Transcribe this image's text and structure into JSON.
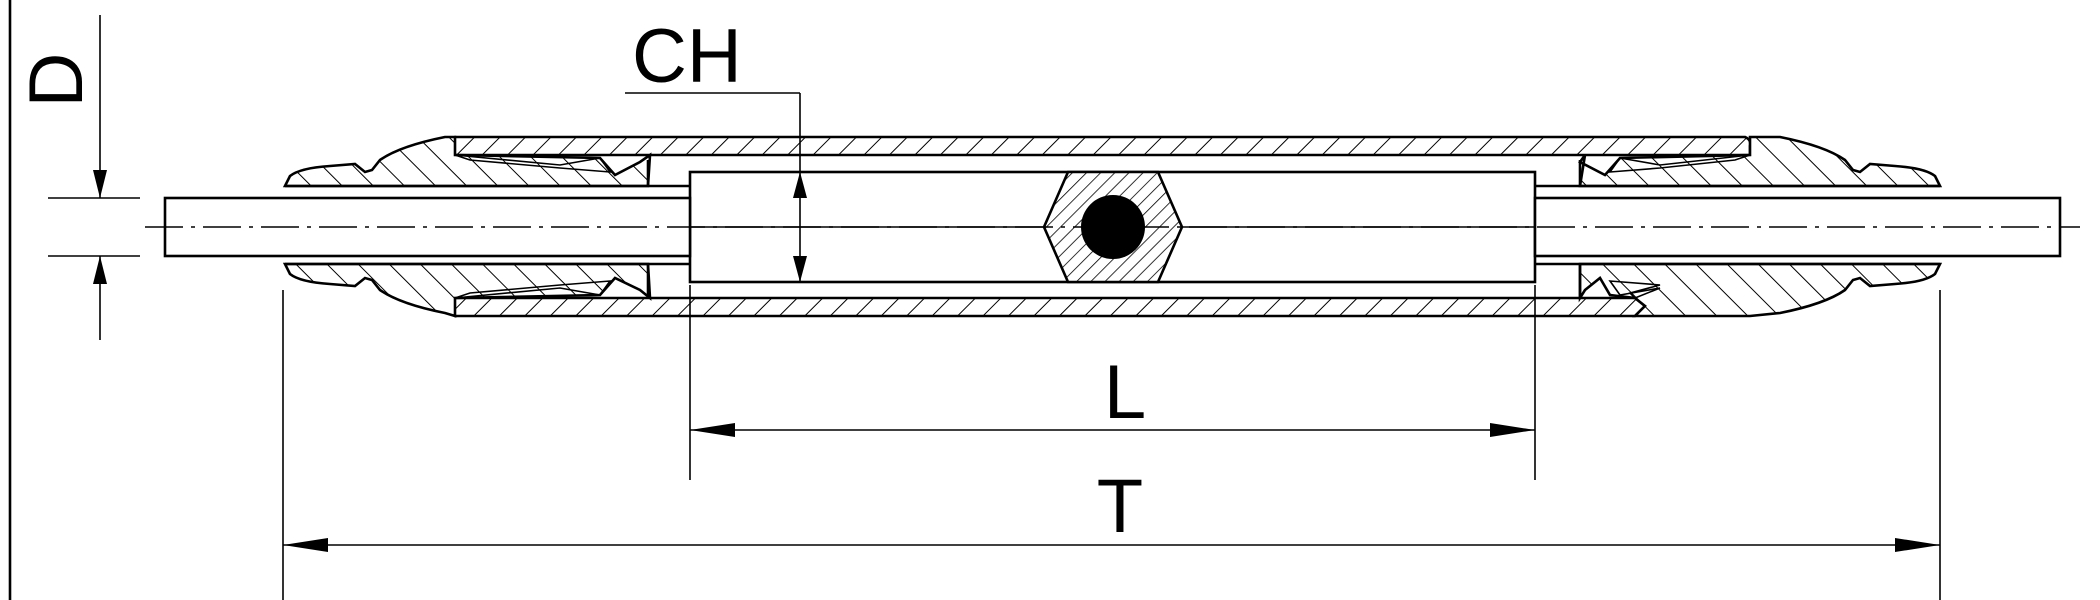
{
  "labels": {
    "d": "D",
    "ch": "CH",
    "l": "L",
    "t": "T"
  },
  "colors": {
    "line": "#000000",
    "background": "#ffffff"
  }
}
